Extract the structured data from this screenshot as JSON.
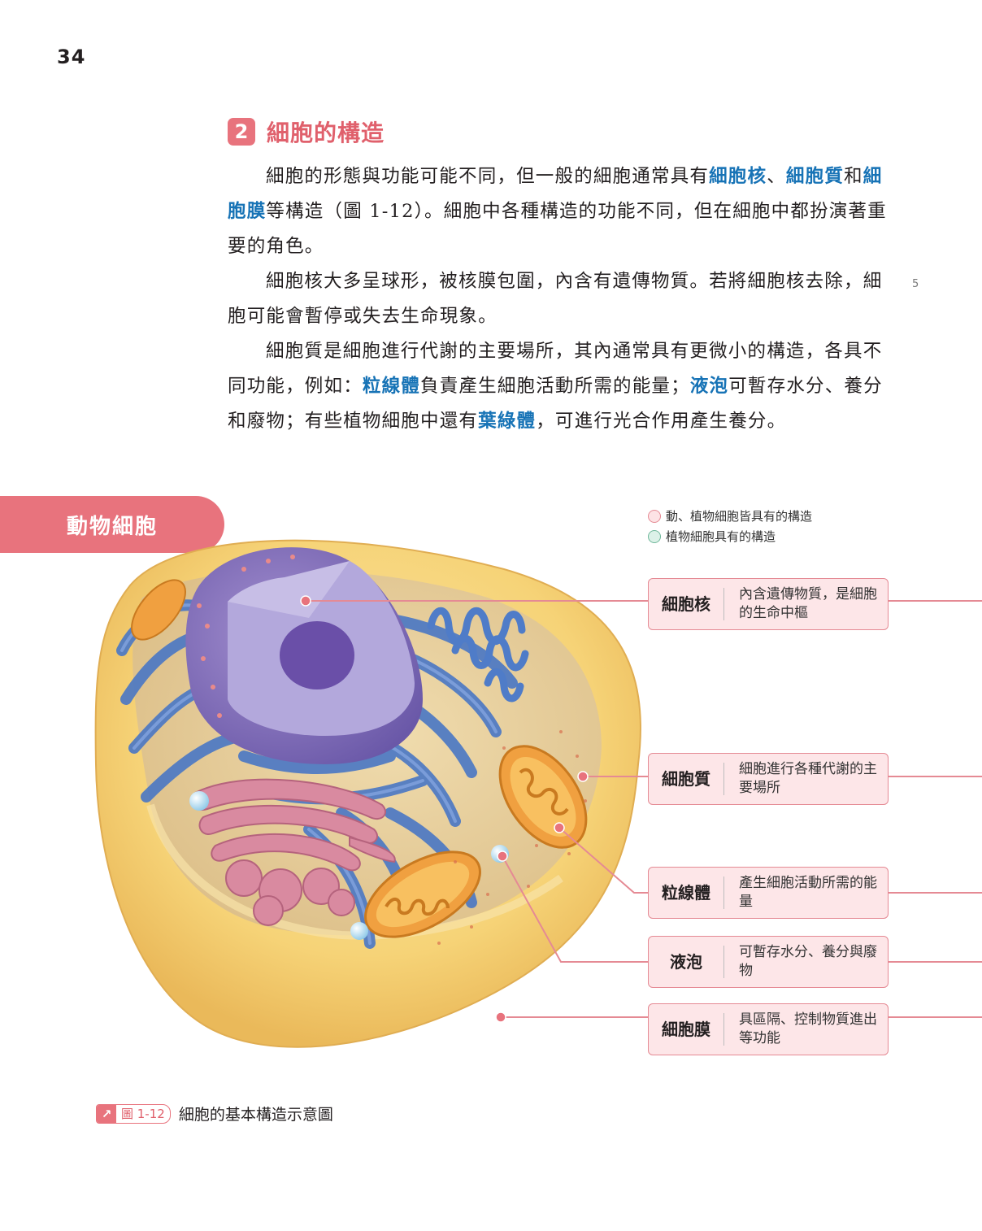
{
  "page": {
    "number": "34",
    "line_marker": "5"
  },
  "section": {
    "number": "2",
    "title": "細胞的構造"
  },
  "paragraphs": [
    [
      {
        "t": "細胞的形態與功能可能不同，但一般的細胞通常具有"
      },
      {
        "t": "細胞核",
        "kw": true
      },
      {
        "t": "、"
      },
      {
        "t": "細胞質",
        "kw": true
      },
      {
        "t": "和"
      },
      {
        "t": "細胞膜",
        "kw": true
      },
      {
        "t": "等構造（圖 1-12）。細胞中各種構造的功能不同，但在細胞中都扮演著重要的角色。"
      }
    ],
    [
      {
        "t": "細胞核大多呈球形，被核膜包圍，內含有遺傳物質。若將細胞核去除，細胞可能會暫停或失去生命現象。"
      }
    ],
    [
      {
        "t": "細胞質是細胞進行代謝的主要場所，其內通常具有更微小的構造，各具不同功能，例如："
      },
      {
        "t": "粒線體",
        "kw": true
      },
      {
        "t": "負責產生細胞活動所需的能量；"
      },
      {
        "t": "液泡",
        "kw": true
      },
      {
        "t": "可暫存水分、養分和廢物；有些植物細胞中還有"
      },
      {
        "t": "葉綠體",
        "kw": true
      },
      {
        "t": "，可進行光合作用產生養分。"
      }
    ]
  ],
  "figure": {
    "tab_label": "動物細胞",
    "legend": [
      {
        "label": "動、植物細胞皆具有的構造",
        "color": "#fde3e5"
      },
      {
        "label": "植物細胞具有的構造",
        "color": "#dcf1e8"
      }
    ],
    "labels": [
      {
        "name": "細胞核",
        "desc": "內含遺傳物質，是細胞的生命中樞"
      },
      {
        "name": "細胞質",
        "desc": "細胞進行各種代謝的主要場所"
      },
      {
        "name": "粒線體",
        "desc": "產生細胞活動所需的能量"
      },
      {
        "name": "液泡",
        "desc": "可暫存水分、養分與廢物"
      },
      {
        "name": "細胞膜",
        "desc": "具區隔、控制物質進出等功能"
      }
    ],
    "caption_arrow": "↗",
    "caption_num": "圖 1-12",
    "caption_text": "細胞的基本構造示意圖"
  },
  "colors": {
    "accent": "#e8737d",
    "keyword": "#1773b6",
    "label_bg": "#fde6e8"
  }
}
